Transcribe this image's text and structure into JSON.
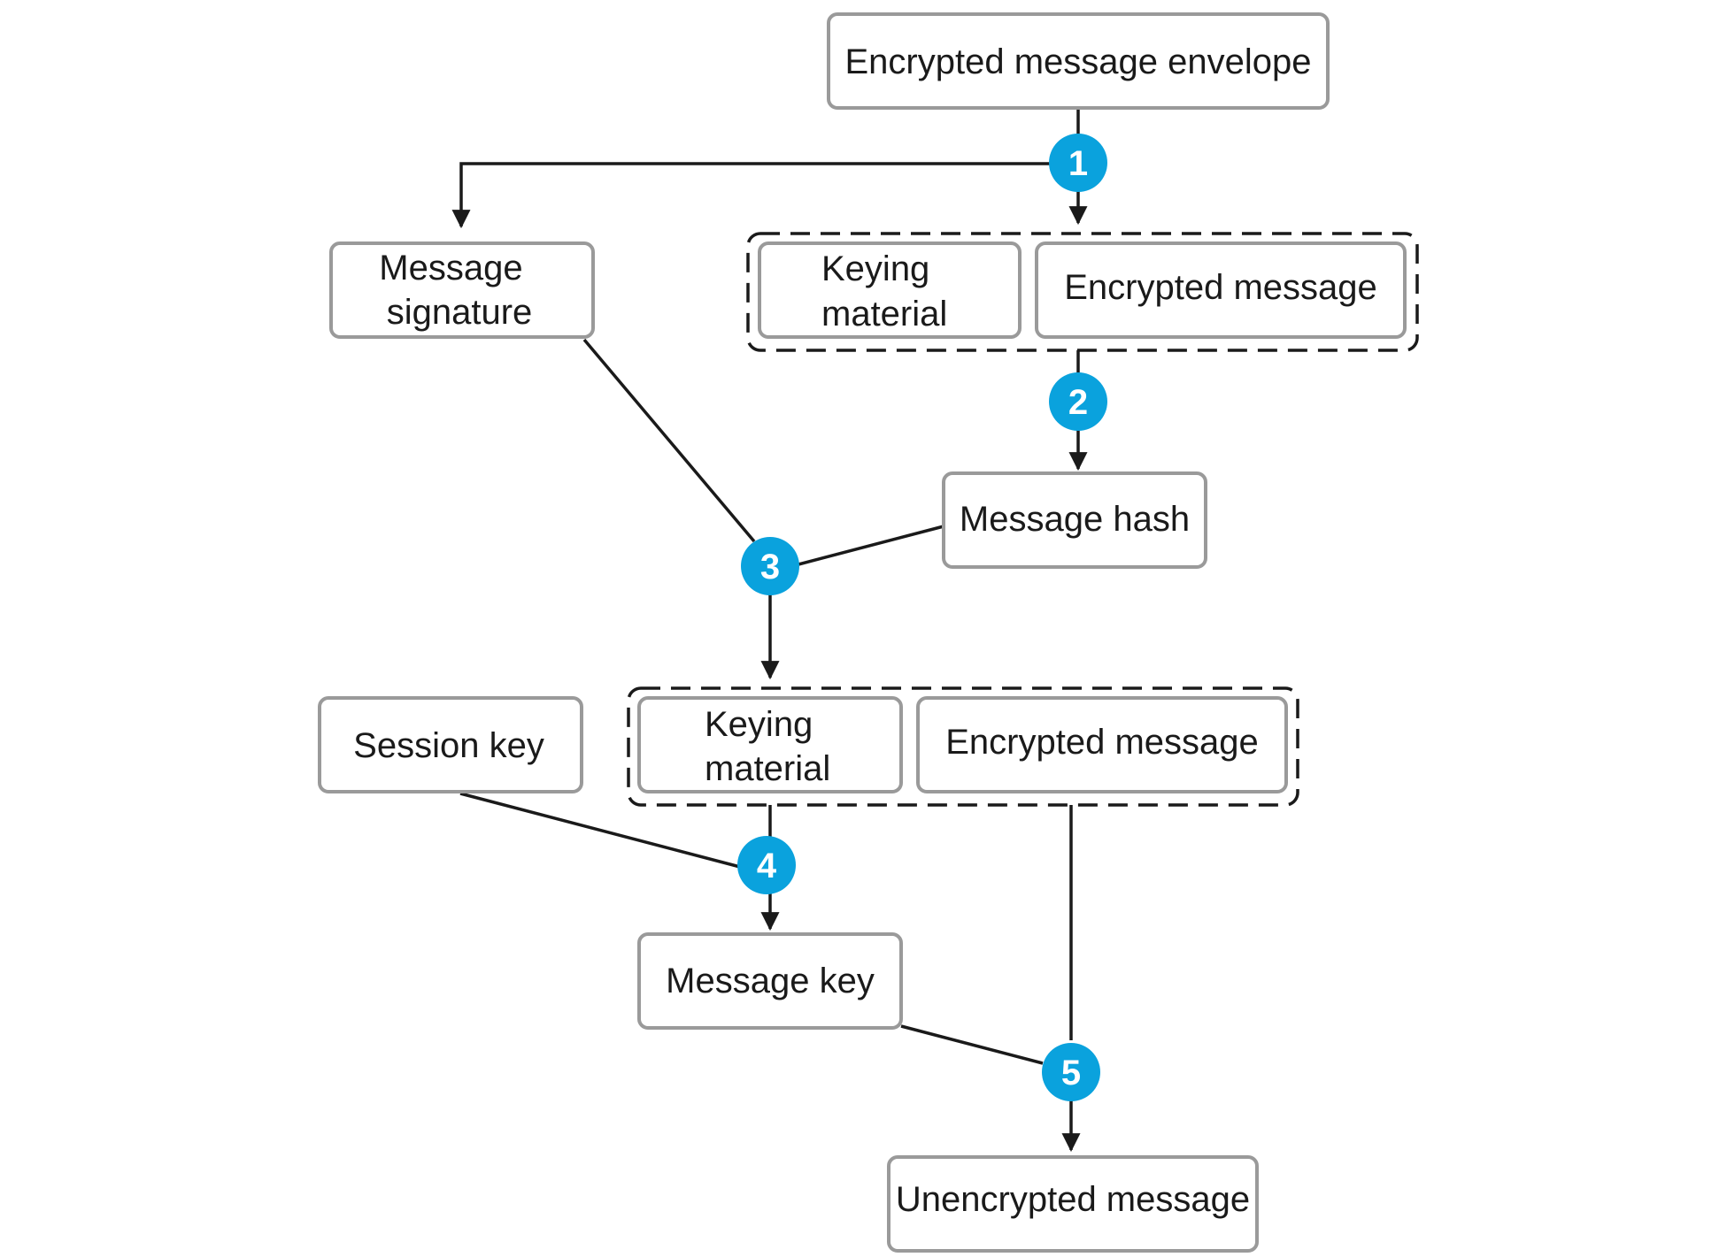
{
  "nodes": {
    "envelope": {
      "lines": [
        "Encrypted message envelope"
      ]
    },
    "signature": {
      "lines": [
        "Message",
        "signature"
      ]
    },
    "keying1": {
      "lines": [
        "Keying",
        "material"
      ]
    },
    "encrypted1": {
      "lines": [
        "Encrypted message"
      ]
    },
    "hash": {
      "lines": [
        "Message hash"
      ]
    },
    "session_key": {
      "lines": [
        "Session key"
      ]
    },
    "keying2": {
      "lines": [
        "Keying",
        "material"
      ]
    },
    "encrypted2": {
      "lines": [
        "Encrypted message"
      ]
    },
    "message_key": {
      "lines": [
        "Message key"
      ]
    },
    "unencrypted": {
      "lines": [
        "Unencrypted message"
      ]
    }
  },
  "steps": [
    "1",
    "2",
    "3",
    "4",
    "5"
  ],
  "colors": {
    "step": "#0aa2dd",
    "box_border": "#9a9a9a",
    "line": "#1a1a1a",
    "text": "#1a1a1a"
  }
}
